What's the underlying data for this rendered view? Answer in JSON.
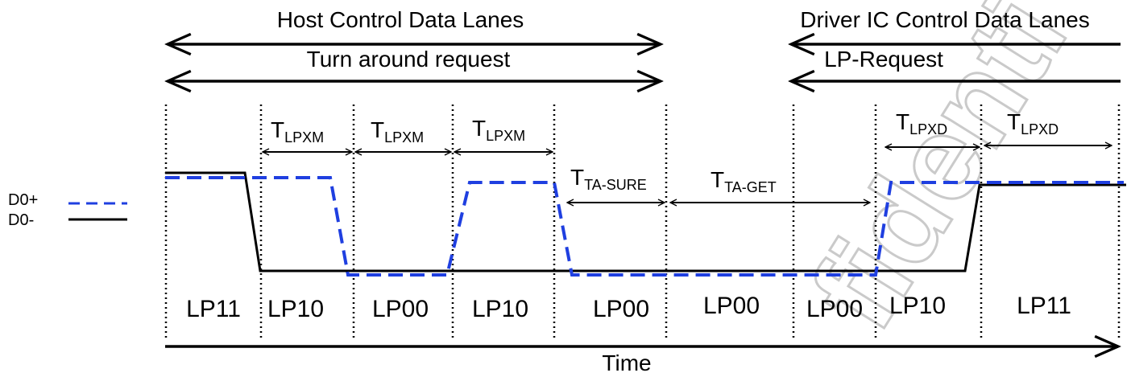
{
  "host_label": "Host Control Data Lanes",
  "turnaround_label": "Turn around request",
  "driver_label": "Driver IC Control Data Lanes",
  "lp_request_label": "LP-Request",
  "legend": {
    "d0_plus": "D0+",
    "d0_minus": "D0-",
    "d0_plus_color": "#1f3fe0",
    "d0_minus_color": "#000000"
  },
  "timings": [
    {
      "main": "T",
      "sub": "LPXM"
    },
    {
      "main": "T",
      "sub": "LPXM"
    },
    {
      "main": "T",
      "sub": "LPXM"
    },
    {
      "main": "T",
      "sub": "TA-SURE"
    },
    {
      "main": "T",
      "sub": "TA-GET"
    },
    {
      "main": "T",
      "sub": "LPXD"
    },
    {
      "main": "T",
      "sub": "LPXD"
    }
  ],
  "states": [
    "LP11",
    "LP10",
    "LP00",
    "LP10",
    "LP00",
    "LP00",
    "LP00",
    "LP10",
    "LP11"
  ],
  "time_label": "Time",
  "watermark": "fidenti"
}
